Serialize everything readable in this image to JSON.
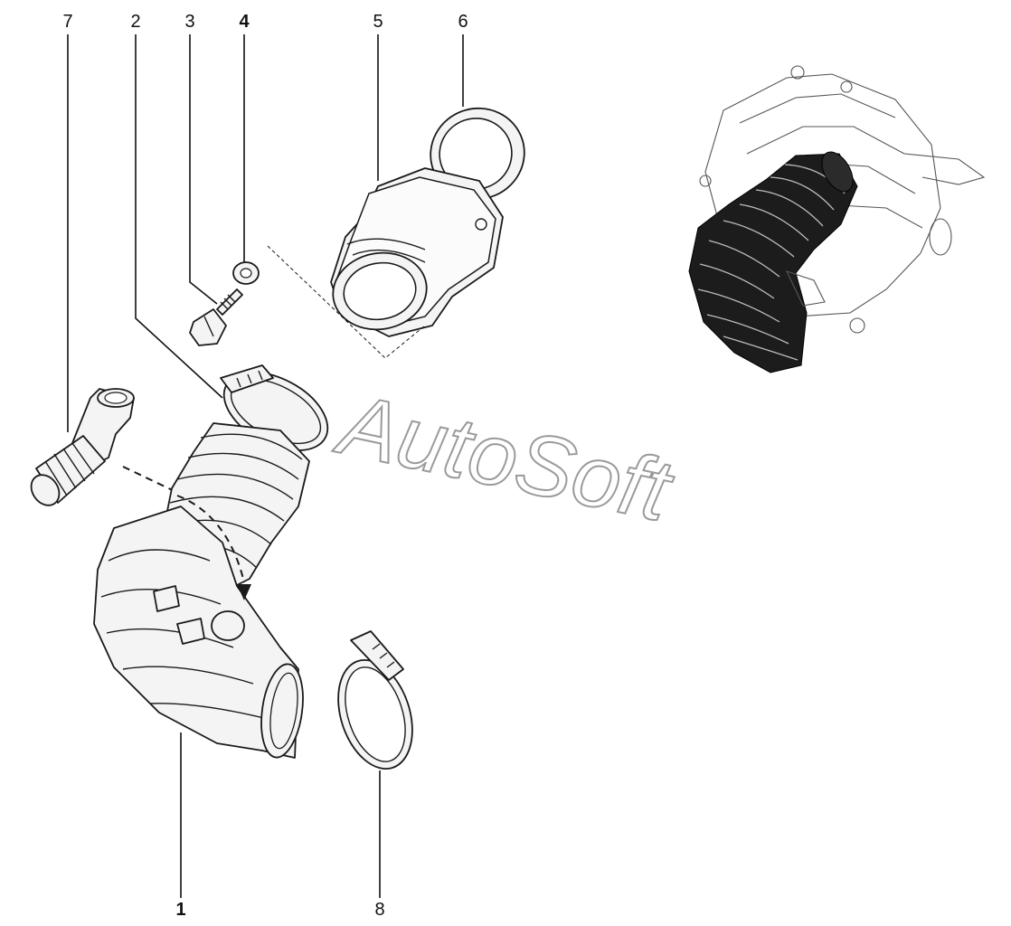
{
  "watermark": "AutoSoft",
  "callouts": [
    {
      "id": "7",
      "label": "7"
    },
    {
      "id": "2",
      "label": "2"
    },
    {
      "id": "3",
      "label": "3"
    },
    {
      "id": "4",
      "label": "4"
    },
    {
      "id": "5",
      "label": "5"
    },
    {
      "id": "6",
      "label": "6"
    },
    {
      "id": "1",
      "label": "1"
    },
    {
      "id": "8",
      "label": "8"
    }
  ],
  "colors": {
    "line": "#111111",
    "hose": "#1c1c1c",
    "watermark": "#9a9a9a",
    "background": "#ffffff"
  }
}
